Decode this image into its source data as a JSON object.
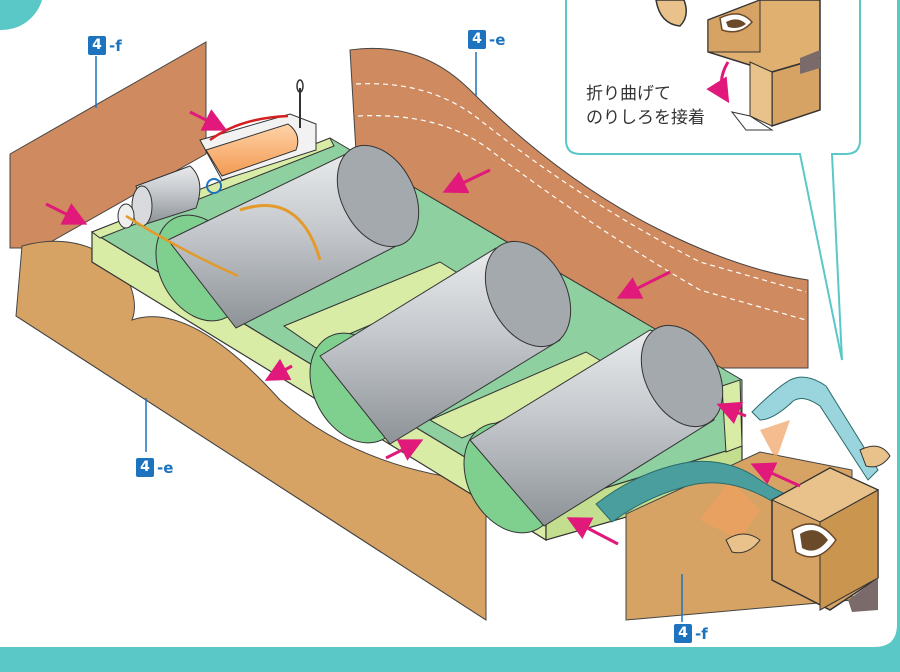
{
  "labels": {
    "tag_top_left": {
      "num": "4",
      "suffix": "-f"
    },
    "tag_top_center": {
      "num": "4",
      "suffix": "-e"
    },
    "tag_bottom_left": {
      "num": "4",
      "suffix": "-e"
    },
    "tag_bottom_right": {
      "num": "4",
      "suffix": "-f"
    }
  },
  "callout": {
    "line1": "折り曲げて",
    "line2": "のりしろを接着"
  },
  "colors": {
    "frame_teal": "#5bc8c8",
    "panel_copper": "#d08a5f",
    "panel_tan": "#d6a364",
    "frame_green": "#d9eca6",
    "roller_silver": "#b8bcc0",
    "roller_end": "#7fcf8e",
    "arrow_magenta": "#e0197b",
    "ribbon_teal": "#5aa8a8",
    "label_blue": "#1e73be"
  }
}
